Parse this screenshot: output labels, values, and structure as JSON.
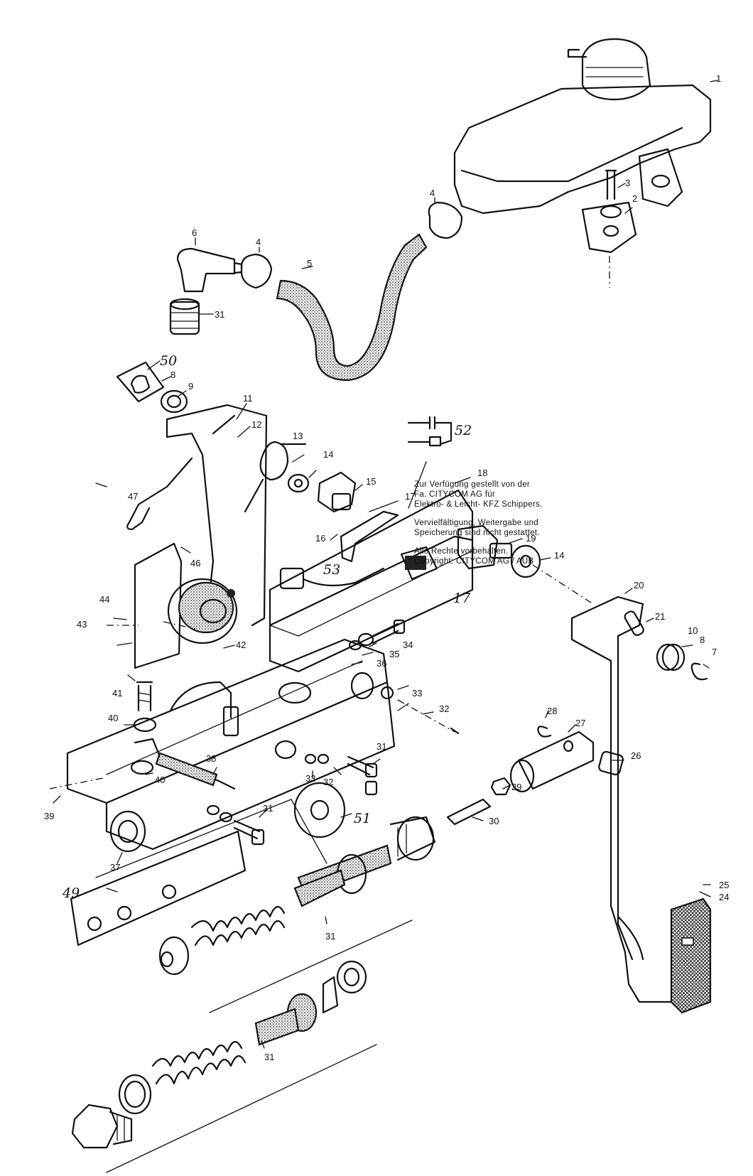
{
  "labels": {
    "l1": "1",
    "l2": "2",
    "l3": "3",
    "l4a": "4",
    "l4b": "4",
    "l5": "5",
    "l6": "6",
    "l7": "7",
    "l8a": "8",
    "l8b": "8",
    "l9": "9",
    "l10": "10",
    "l11": "11",
    "l12": "12",
    "l13": "13",
    "l14a": "14",
    "l14b": "14",
    "l15": "15",
    "l16": "16",
    "l17a": "17",
    "l17b": "17",
    "l18": "18",
    "l19": "19",
    "l20": "20",
    "l21": "21",
    "l24": "24",
    "l25": "25",
    "l26": "26",
    "l27": "27",
    "l28": "28",
    "l29": "29",
    "l30": "30",
    "l31a": "31",
    "l31b": "31",
    "l31c": "31",
    "l31d": "31",
    "l31e": "31",
    "l32a": "32",
    "l32b": "32",
    "l33a": "33",
    "l33b": "33",
    "l34": "34",
    "l35": "35",
    "l36": "36",
    "l37": "37",
    "l38": "38",
    "l39": "39",
    "l40a": "40",
    "l40b": "40",
    "l41": "41",
    "l42": "42",
    "l43": "43",
    "l44": "44",
    "l46": "46",
    "l47": "47",
    "l49": "49",
    "l50": "50",
    "l51": "51",
    "l52": "52",
    "l53": "53"
  },
  "notice": {
    "provided": "Zur Verfügung gestellt von der\nFa. CITYCOM AG für\nElektro- & Leicht- KFZ Schippers.",
    "restriction": "Vervielfältigung, Weitergabe und\nSpeicherung sind nicht gestattet.",
    "copyright": "Alle Rechte vorbehalten.\nCopyright: CITYCOM AG / AUB"
  }
}
